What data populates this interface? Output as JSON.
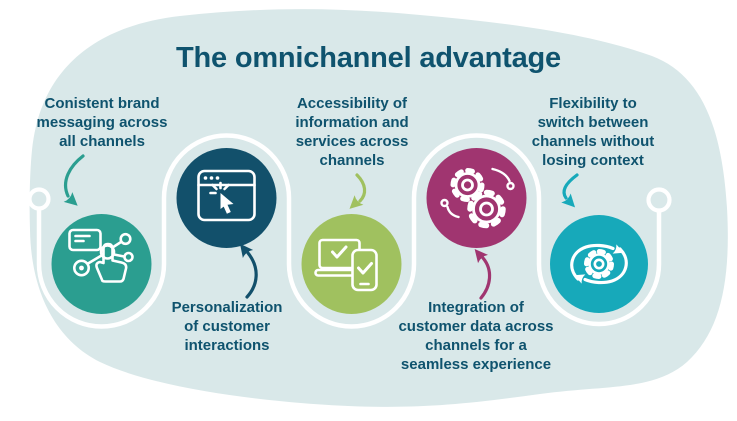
{
  "title": "The omnichannel advantage",
  "colors": {
    "page_background": "#ffffff",
    "blob": "#d9e8e9",
    "text": "#0f536e",
    "rail": "#ffffff",
    "icon_stroke": "#ffffff"
  },
  "steps": [
    {
      "label": "Conistent brand\nmessaging across\nall channels",
      "icon": "brand-messaging-icon",
      "color": "#2b9e90",
      "label_position": "top"
    },
    {
      "label": "Personalization\nof customer\ninteractions",
      "icon": "browser-click-icon",
      "color": "#12506b",
      "label_position": "bottom"
    },
    {
      "label": "Accessibility of\ninformation and\nservices across\nchannels",
      "icon": "devices-check-icon",
      "color": "#a0c15f",
      "label_position": "top"
    },
    {
      "label": "Integration of\ncustomer data across\nchannels for a\nseamless experience",
      "icon": "integration-gears-icon",
      "color": "#a03570",
      "label_position": "bottom"
    },
    {
      "label": "Flexibility to\nswitch between\nchannels without\nlosing context",
      "icon": "cycle-gear-icon",
      "color": "#17a9ba",
      "label_position": "top"
    }
  ]
}
